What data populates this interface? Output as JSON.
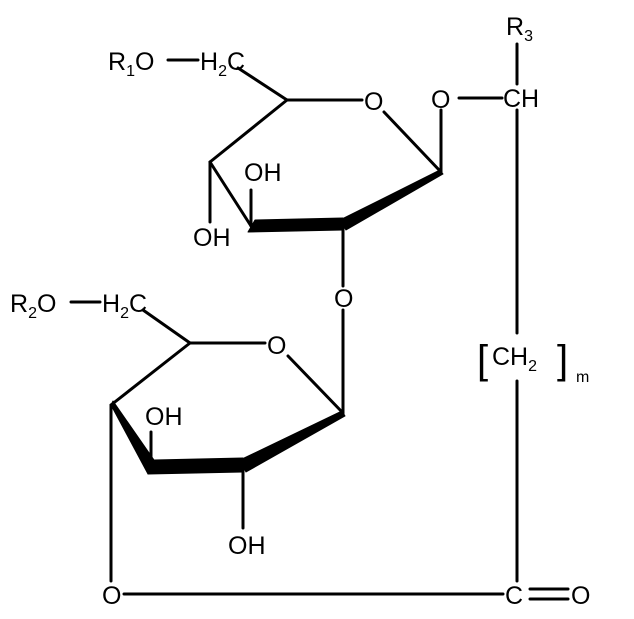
{
  "structure": {
    "upper_ring": {
      "substituent": {
        "r": "R",
        "r_sub": "1",
        "o": "O",
        "h": "H",
        "c": "C",
        "h_sub": "2"
      },
      "ring_oxygen": "O",
      "anomeric_oxygen": "O",
      "oh_3": "OH",
      "oh_4": "OH"
    },
    "linker_oxygen": "O",
    "lower_ring": {
      "substituent": {
        "r": "R",
        "r_sub": "2",
        "o": "O",
        "h": "H",
        "c": "C",
        "h_sub": "2"
      },
      "ring_oxygen": "O",
      "oh_3": "OH",
      "oh_4": "OH"
    },
    "aglycone": {
      "r3": "R",
      "r3_sub": "3",
      "ch": "CH",
      "bracket_open": "[",
      "bracket_close": "]",
      "ch2": "CH",
      "ch2_sub": "2",
      "repeat": "m",
      "ester_o": "O",
      "carbonyl_c": "C",
      "carbonyl_o": "O"
    }
  }
}
